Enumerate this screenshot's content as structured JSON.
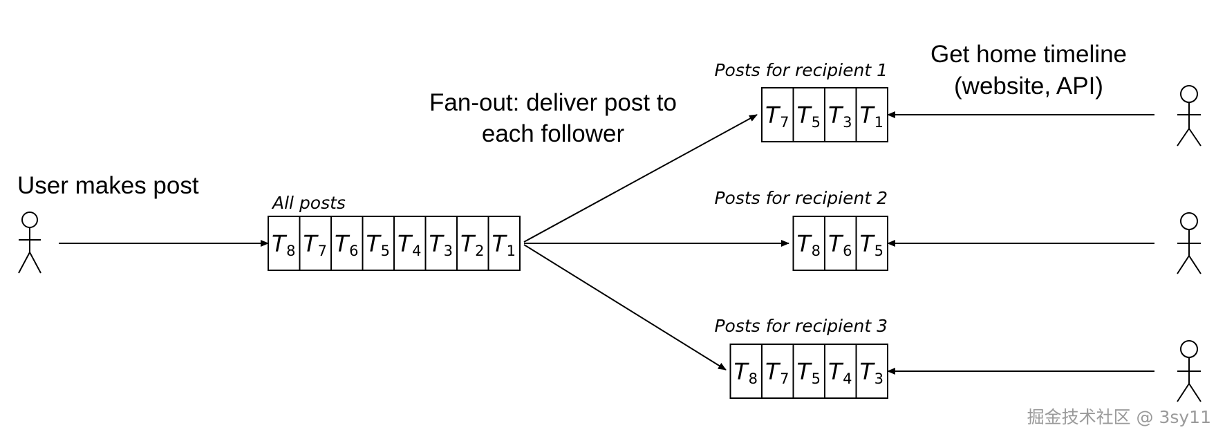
{
  "labels": {
    "user_makes_post": "User makes post",
    "all_posts": "All posts",
    "fanout_line1": "Fan-out: deliver post to",
    "fanout_line2": "each follower",
    "get_home_line1": "Get home timeline",
    "get_home_line2": "(website, API)"
  },
  "all_posts": [
    "8",
    "7",
    "6",
    "5",
    "4",
    "3",
    "2",
    "1"
  ],
  "cell_letter": "T",
  "recipients": [
    {
      "label": "Posts for recipient 1",
      "posts": [
        "7",
        "5",
        "3",
        "1"
      ]
    },
    {
      "label": "Posts for recipient 2",
      "posts": [
        "8",
        "6",
        "5"
      ]
    },
    {
      "label": "Posts for recipient 3",
      "posts": [
        "8",
        "7",
        "5",
        "4",
        "3"
      ]
    }
  ],
  "watermark": "掘金技术社区 @ 3sy11"
}
